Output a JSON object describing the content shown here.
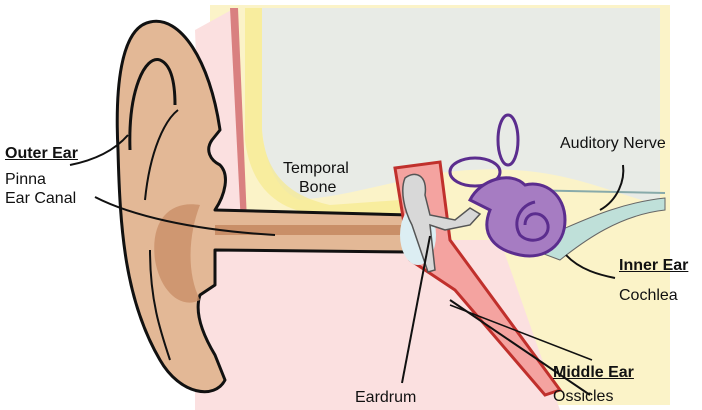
{
  "labels": {
    "outer_ear": "Outer Ear",
    "pinna": "Pinna",
    "ear_canal": "Ear Canal",
    "temporal_bone_1": "Temporal",
    "temporal_bone_2": "Bone",
    "auditory_nerve": "Auditory Nerve",
    "inner_ear": "Inner Ear",
    "cochlea": "Cochlea",
    "middle_ear": "Middle Ear",
    "ossicles": "Ossicles",
    "eardrum": "Eardrum"
  },
  "colors": {
    "skin": "#e3b896",
    "skin_dark": "#c98f68",
    "bone": "#fbf3c8",
    "bone_yellow": "#f7ea8c",
    "brain": "#e8ebe6",
    "tissue_pink": "#fbe0e0",
    "red": "#d9534f",
    "inner_ear": "#9a6bb5",
    "eardrum": "#dceef3",
    "nerve": "#bfe0d9"
  }
}
